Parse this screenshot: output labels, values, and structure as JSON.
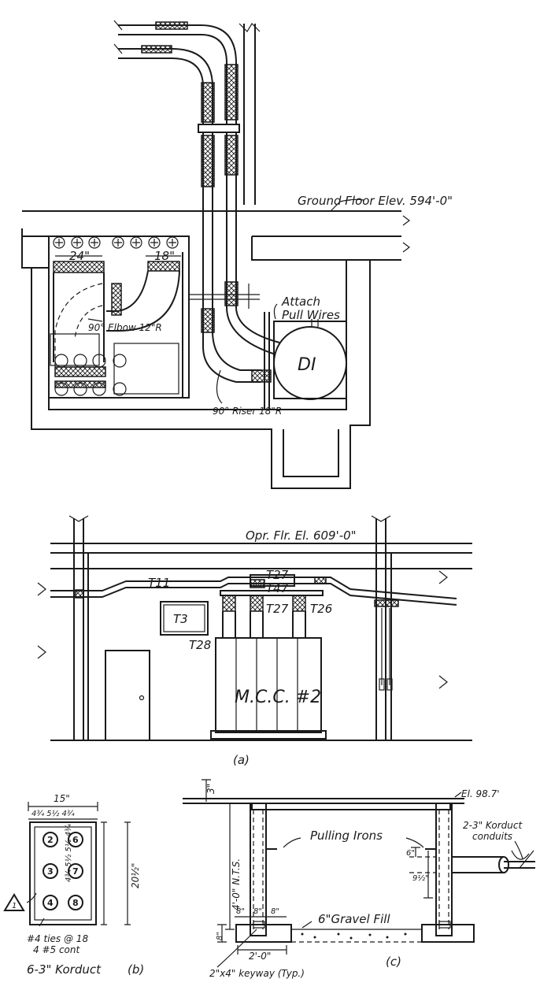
{
  "view_a_plan": {
    "ground_floor_label": "Ground Floor Elev. 594'-0\"",
    "dim_24": "24\"",
    "dim_18": "18\"",
    "elbow_label": "90° Elbow 12\"R",
    "riser_label": "90° Riser 18\"R",
    "attach_label_1": "Attach",
    "attach_label_2": "Pull Wires",
    "d1_label": "DI"
  },
  "view_a_elev": {
    "floor_label": "Opr. Flr. El. 609'-0\"",
    "t11": "T11",
    "t27_top": "T27",
    "t47": "T47",
    "t27": "T27",
    "t26": "T26",
    "t3": "T3",
    "t28": "T28",
    "mcc": "M.C.C. #2"
  },
  "captions": {
    "a": "(a)",
    "b": "(b)",
    "c": "(c)"
  },
  "view_b": {
    "width_dim": "15\"",
    "sub_dims": "4¾  5½  4¾",
    "height_dim": "20½\"",
    "row_dims": "4¾ 5½ 5½ 4¾",
    "duct_numbers": [
      "2",
      "6",
      "3",
      "7",
      "4",
      "8"
    ],
    "revision_mark": "1",
    "ties_note": "#4 ties @ 18",
    "cont_note": "4 #5 cont",
    "korduct_note": "6-3\" Korduct"
  },
  "view_c": {
    "top_dim": "3\"",
    "elev_label": "El. 98.7'",
    "height_label": "4'-0\" N.T.S.",
    "pulling_irons": "Pulling Irons",
    "korduct_1": "2-3\" Korduct",
    "korduct_2": "conduits",
    "dim_6": "6\"",
    "dim_9half": "9½\"",
    "dim_8a": "8\"",
    "dim_8b": "8\"",
    "dim_8c": "8\"",
    "dim_8_left": "8\"",
    "gravel": "6\"Gravel Fill",
    "width_2ft": "2'-0\"",
    "keyway": "2\"x4\" keyway (Typ.)"
  }
}
